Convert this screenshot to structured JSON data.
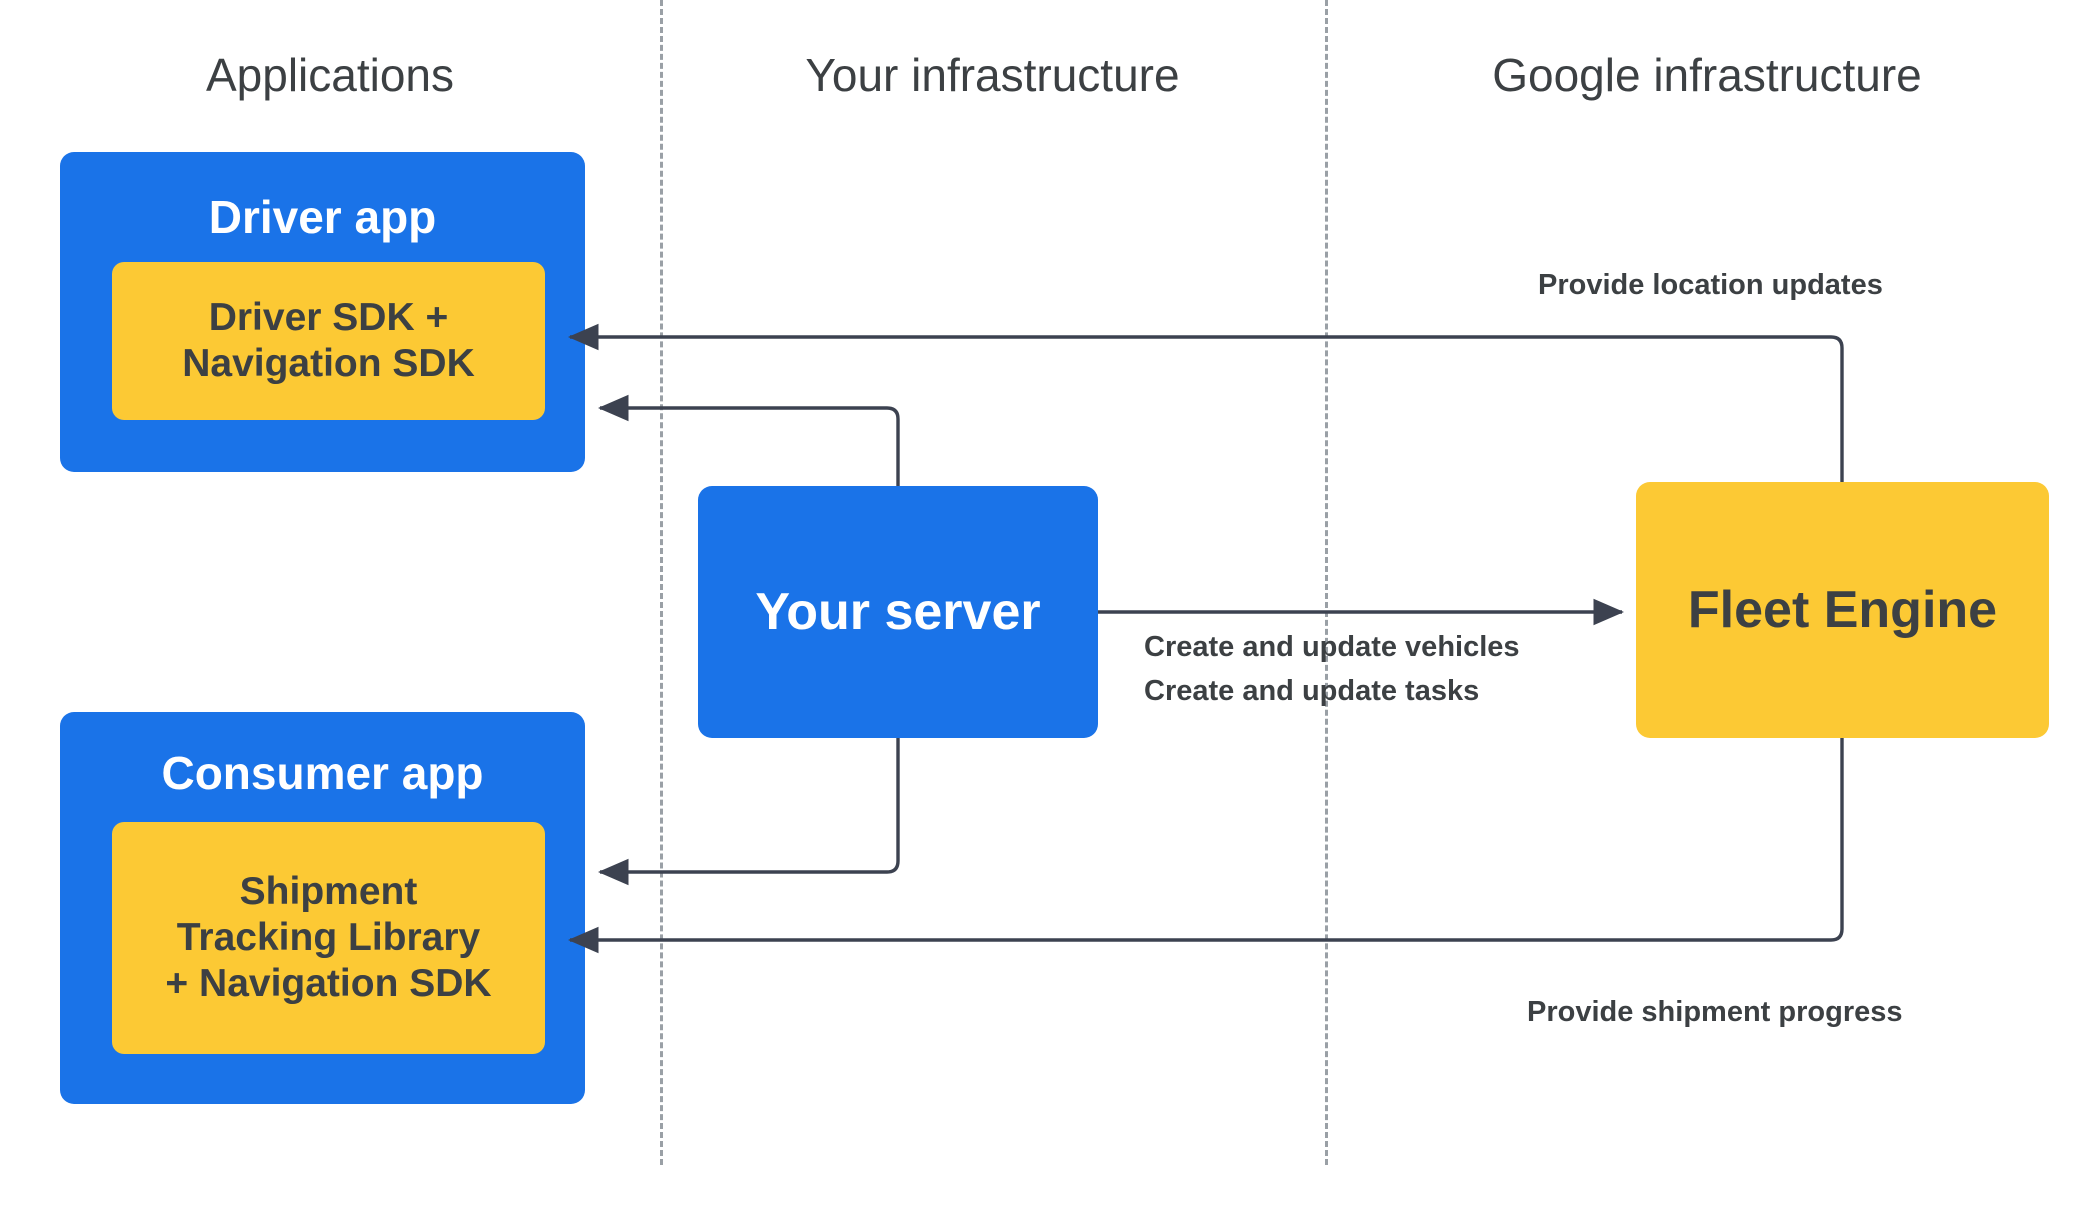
{
  "columns": [
    {
      "id": "applications",
      "label": "Applications"
    },
    {
      "id": "your-infrastructure",
      "label": "Your infrastructure"
    },
    {
      "id": "google-infrastructure",
      "label": "Google infrastructure"
    }
  ],
  "nodes": {
    "driver_app": {
      "title": "Driver app",
      "sdk": "Driver SDK +\nNavigation SDK"
    },
    "consumer_app": {
      "title": "Consumer app",
      "sdk": "Shipment\nTracking Library\n+ Navigation SDK"
    },
    "your_server": {
      "title": "Your server"
    },
    "fleet_engine": {
      "title": "Fleet Engine"
    }
  },
  "edge_labels": {
    "location_updates": "Provide location updates",
    "create_vehicles": "Create and update vehicles",
    "create_tasks": "Create and update tasks",
    "shipment_progress": "Provide shipment progress"
  },
  "edges": [
    {
      "id": "fleet-to-driver",
      "from": "fleet_engine",
      "to": "driver_app",
      "label": "Provide location updates"
    },
    {
      "id": "server-to-driver",
      "from": "your_server",
      "to": "driver_app",
      "label": ""
    },
    {
      "id": "server-to-fleet",
      "from": "your_server",
      "to": "fleet_engine",
      "label": "Create and update vehicles / Create and update tasks"
    },
    {
      "id": "server-to-consumer",
      "from": "your_server",
      "to": "consumer_app",
      "label": ""
    },
    {
      "id": "fleet-to-consumer",
      "from": "fleet_engine",
      "to": "consumer_app",
      "label": "Provide shipment progress"
    }
  ],
  "colors": {
    "app_blue": "#1a73e8",
    "sdk_yellow": "#fcc934",
    "text_dark": "#3c4043",
    "divider": "#9aa0a6",
    "arrow": "#3c4250",
    "background": "#ffffff"
  }
}
